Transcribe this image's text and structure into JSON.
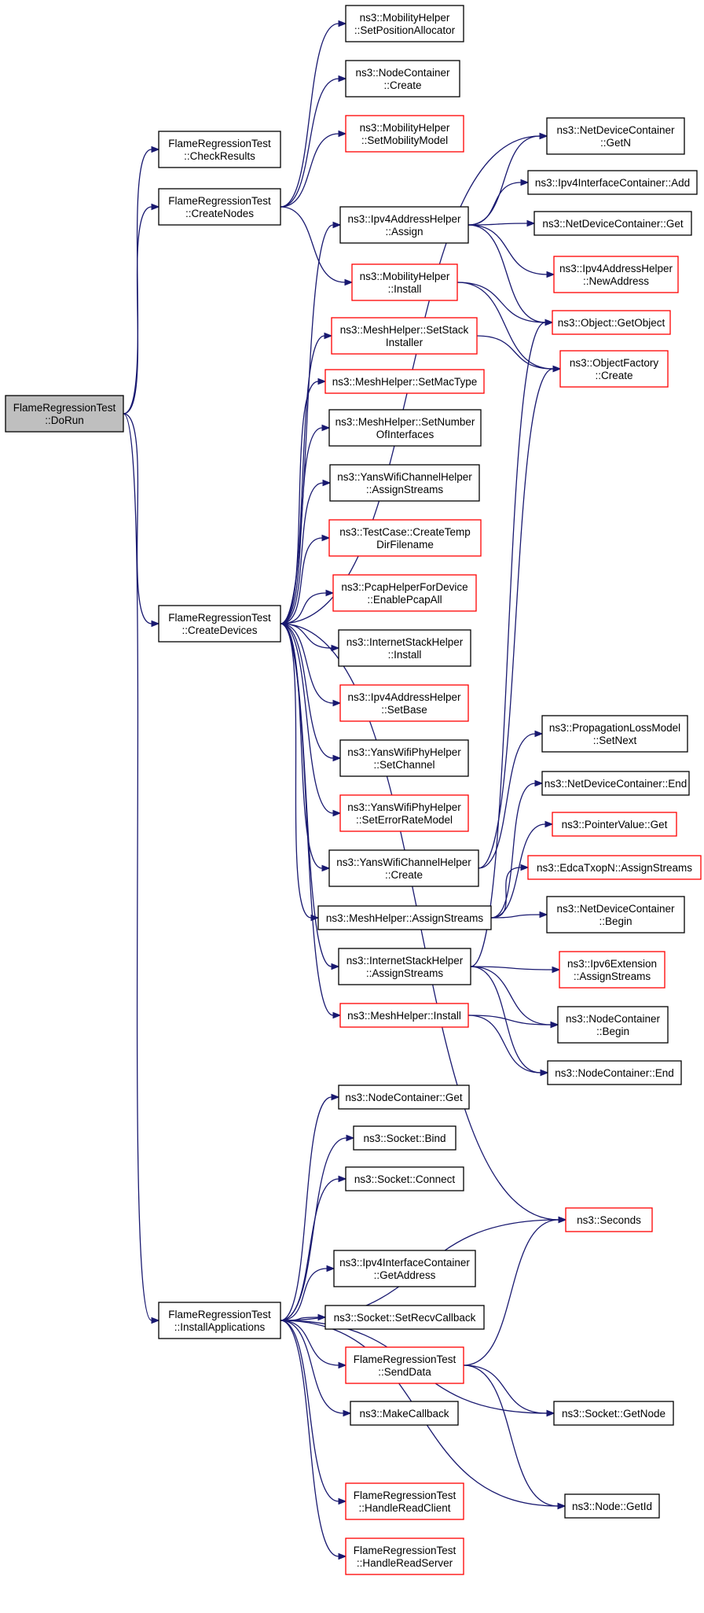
{
  "graph": {
    "edge_color": "#191970",
    "box_border_default": "#000000",
    "box_border_red": "#ff0000",
    "root_fill": "#bfbfbf",
    "nodes": [
      {
        "id": "DoRun",
        "lines": [
          "FlameRegressionTest",
          "::DoRun"
        ],
        "style": "root"
      },
      {
        "id": "CheckResults",
        "lines": [
          "FlameRegressionTest",
          "::CheckResults"
        ],
        "style": "normal"
      },
      {
        "id": "CreateNodes",
        "lines": [
          "FlameRegressionTest",
          "::CreateNodes"
        ],
        "style": "normal"
      },
      {
        "id": "CreateDevices",
        "lines": [
          "FlameRegressionTest",
          "::CreateDevices"
        ],
        "style": "normal"
      },
      {
        "id": "InstallApplications",
        "lines": [
          "FlameRegressionTest",
          "::InstallApplications"
        ],
        "style": "normal"
      },
      {
        "id": "MobSetPos",
        "lines": [
          "ns3::MobilityHelper",
          "::SetPositionAllocator"
        ],
        "style": "normal"
      },
      {
        "id": "NCCreate",
        "lines": [
          "ns3::NodeContainer",
          "::Create"
        ],
        "style": "normal"
      },
      {
        "id": "MobSetModel",
        "lines": [
          "ns3::MobilityHelper",
          "::SetMobilityModel"
        ],
        "style": "red"
      },
      {
        "id": "NDCGetN",
        "lines": [
          "ns3::NetDeviceContainer",
          "::GetN"
        ],
        "style": "normal"
      },
      {
        "id": "IpIfAdd",
        "lines": [
          "ns3::Ipv4InterfaceContainer::Add"
        ],
        "style": "normal"
      },
      {
        "id": "NDCGet",
        "lines": [
          "ns3::NetDeviceContainer::Get"
        ],
        "style": "normal"
      },
      {
        "id": "IpNewAddr",
        "lines": [
          "ns3::Ipv4AddressHelper",
          "::NewAddress"
        ],
        "style": "red"
      },
      {
        "id": "ObjGet",
        "lines": [
          "ns3::Object::GetObject"
        ],
        "style": "red"
      },
      {
        "id": "ObjFactCreate",
        "lines": [
          "ns3::ObjectFactory",
          "::Create"
        ],
        "style": "red"
      },
      {
        "id": "IpAssign",
        "lines": [
          "ns3::Ipv4AddressHelper",
          "::Assign"
        ],
        "style": "normal"
      },
      {
        "id": "MobInstall",
        "lines": [
          "ns3::MobilityHelper",
          "::Install"
        ],
        "style": "red"
      },
      {
        "id": "MeshStack",
        "lines": [
          "ns3::MeshHelper::SetStack",
          "Installer"
        ],
        "style": "red"
      },
      {
        "id": "MeshMac",
        "lines": [
          "ns3::MeshHelper::SetMacType"
        ],
        "style": "red"
      },
      {
        "id": "MeshNumIf",
        "lines": [
          "ns3::MeshHelper::SetNumber",
          "OfInterfaces"
        ],
        "style": "normal"
      },
      {
        "id": "YansChAssign",
        "lines": [
          "ns3::YansWifiChannelHelper",
          "::AssignStreams"
        ],
        "style": "normal"
      },
      {
        "id": "TestTemp",
        "lines": [
          "ns3::TestCase::CreateTemp",
          "DirFilename"
        ],
        "style": "red"
      },
      {
        "id": "Pcap",
        "lines": [
          "ns3::PcapHelperForDevice",
          "::EnablePcapAll"
        ],
        "style": "red"
      },
      {
        "id": "InetInstall",
        "lines": [
          "ns3::InternetStackHelper",
          "::Install"
        ],
        "style": "normal"
      },
      {
        "id": "IpSetBase",
        "lines": [
          "ns3::Ipv4AddressHelper",
          "::SetBase"
        ],
        "style": "red"
      },
      {
        "id": "PhySetCh",
        "lines": [
          "ns3::YansWifiPhyHelper",
          "::SetChannel"
        ],
        "style": "normal"
      },
      {
        "id": "PhySetErr",
        "lines": [
          "ns3::YansWifiPhyHelper",
          "::SetErrorRateModel"
        ],
        "style": "red"
      },
      {
        "id": "YansChCreate",
        "lines": [
          "ns3::YansWifiChannelHelper",
          "::Create"
        ],
        "style": "normal"
      },
      {
        "id": "MeshAssign",
        "lines": [
          "ns3::MeshHelper::AssignStreams"
        ],
        "style": "normal"
      },
      {
        "id": "InetAssign",
        "lines": [
          "ns3::InternetStackHelper",
          "::AssignStreams"
        ],
        "style": "normal"
      },
      {
        "id": "MeshInstall",
        "lines": [
          "ns3::MeshHelper::Install"
        ],
        "style": "red"
      },
      {
        "id": "PropSetNext",
        "lines": [
          "ns3::PropagationLossModel",
          "::SetNext"
        ],
        "style": "normal"
      },
      {
        "id": "NDCEnd",
        "lines": [
          "ns3::NetDeviceContainer::End"
        ],
        "style": "normal"
      },
      {
        "id": "PtrGet",
        "lines": [
          "ns3::PointerValue::Get"
        ],
        "style": "red"
      },
      {
        "id": "Edca",
        "lines": [
          "ns3::EdcaTxopN::AssignStreams"
        ],
        "style": "red"
      },
      {
        "id": "NDCBegin",
        "lines": [
          "ns3::NetDeviceContainer",
          "::Begin"
        ],
        "style": "normal"
      },
      {
        "id": "Ipv6Ext",
        "lines": [
          "ns3::Ipv6Extension",
          "::AssignStreams"
        ],
        "style": "red"
      },
      {
        "id": "NCBegin",
        "lines": [
          "ns3::NodeContainer",
          "::Begin"
        ],
        "style": "normal"
      },
      {
        "id": "NCEnd",
        "lines": [
          "ns3::NodeContainer::End"
        ],
        "style": "normal"
      },
      {
        "id": "NCGet",
        "lines": [
          "ns3::NodeContainer::Get"
        ],
        "style": "normal"
      },
      {
        "id": "SockBind",
        "lines": [
          "ns3::Socket::Bind"
        ],
        "style": "normal"
      },
      {
        "id": "SockConnect",
        "lines": [
          "ns3::Socket::Connect"
        ],
        "style": "normal"
      },
      {
        "id": "Seconds",
        "lines": [
          "ns3::Seconds"
        ],
        "style": "red"
      },
      {
        "id": "IpIfGetAddr",
        "lines": [
          "ns3::Ipv4InterfaceContainer",
          "::GetAddress"
        ],
        "style": "normal"
      },
      {
        "id": "SockRecv",
        "lines": [
          "ns3::Socket::SetRecvCallback"
        ],
        "style": "normal"
      },
      {
        "id": "SendData",
        "lines": [
          "FlameRegressionTest",
          "::SendData"
        ],
        "style": "red"
      },
      {
        "id": "MakeCb",
        "lines": [
          "ns3::MakeCallback"
        ],
        "style": "normal"
      },
      {
        "id": "SockGetNode",
        "lines": [
          "ns3::Socket::GetNode"
        ],
        "style": "normal"
      },
      {
        "id": "HRClient",
        "lines": [
          "FlameRegressionTest",
          "::HandleReadClient"
        ],
        "style": "red"
      },
      {
        "id": "HRServer",
        "lines": [
          "FlameRegressionTest",
          "::HandleReadServer"
        ],
        "style": "red"
      },
      {
        "id": "NodeGetId",
        "lines": [
          "ns3::Node::GetId"
        ],
        "style": "normal"
      }
    ],
    "edges": [
      [
        "DoRun",
        "CheckResults"
      ],
      [
        "DoRun",
        "CreateNodes"
      ],
      [
        "DoRun",
        "CreateDevices"
      ],
      [
        "DoRun",
        "InstallApplications"
      ],
      [
        "CreateNodes",
        "MobSetPos"
      ],
      [
        "CreateNodes",
        "NCCreate"
      ],
      [
        "CreateNodes",
        "MobSetModel"
      ],
      [
        "CreateNodes",
        "MobInstall"
      ],
      [
        "CreateDevices",
        "NDCGetN"
      ],
      [
        "CreateDevices",
        "IpAssign"
      ],
      [
        "CreateDevices",
        "MeshStack"
      ],
      [
        "CreateDevices",
        "MeshMac"
      ],
      [
        "CreateDevices",
        "MeshNumIf"
      ],
      [
        "CreateDevices",
        "YansChAssign"
      ],
      [
        "CreateDevices",
        "TestTemp"
      ],
      [
        "CreateDevices",
        "Pcap"
      ],
      [
        "CreateDevices",
        "InetInstall"
      ],
      [
        "CreateDevices",
        "IpSetBase"
      ],
      [
        "CreateDevices",
        "PhySetCh"
      ],
      [
        "CreateDevices",
        "PhySetErr"
      ],
      [
        "CreateDevices",
        "YansChCreate"
      ],
      [
        "CreateDevices",
        "MeshAssign"
      ],
      [
        "CreateDevices",
        "InetAssign"
      ],
      [
        "CreateDevices",
        "MeshInstall"
      ],
      [
        "CreateDevices",
        "Seconds"
      ],
      [
        "IpAssign",
        "NDCGetN"
      ],
      [
        "IpAssign",
        "IpIfAdd"
      ],
      [
        "IpAssign",
        "NDCGet"
      ],
      [
        "IpAssign",
        "IpNewAddr"
      ],
      [
        "IpAssign",
        "ObjGet"
      ],
      [
        "MobInstall",
        "ObjGet"
      ],
      [
        "MobInstall",
        "ObjFactCreate"
      ],
      [
        "MeshStack",
        "ObjFactCreate"
      ],
      [
        "YansChCreate",
        "ObjFactCreate"
      ],
      [
        "YansChCreate",
        "PropSetNext"
      ],
      [
        "MeshAssign",
        "NDCEnd"
      ],
      [
        "MeshAssign",
        "PtrGet"
      ],
      [
        "MeshAssign",
        "Edca"
      ],
      [
        "MeshAssign",
        "NDCBegin"
      ],
      [
        "InetAssign",
        "ObjGet"
      ],
      [
        "InetAssign",
        "Ipv6Ext"
      ],
      [
        "InetAssign",
        "NCBegin"
      ],
      [
        "InetAssign",
        "NCEnd"
      ],
      [
        "MeshInstall",
        "NCBegin"
      ],
      [
        "MeshInstall",
        "NCEnd"
      ],
      [
        "InstallApplications",
        "NCGet"
      ],
      [
        "InstallApplications",
        "SockBind"
      ],
      [
        "InstallApplications",
        "SockConnect"
      ],
      [
        "InstallApplications",
        "Seconds"
      ],
      [
        "InstallApplications",
        "IpIfGetAddr"
      ],
      [
        "InstallApplications",
        "SockRecv"
      ],
      [
        "InstallApplications",
        "SendData"
      ],
      [
        "InstallApplications",
        "MakeCb"
      ],
      [
        "InstallApplications",
        "SockGetNode"
      ],
      [
        "InstallApplications",
        "HRClient"
      ],
      [
        "InstallApplications",
        "HRServer"
      ],
      [
        "InstallApplications",
        "NodeGetId"
      ],
      [
        "SendData",
        "Seconds"
      ],
      [
        "SendData",
        "SockGetNode"
      ],
      [
        "SendData",
        "NodeGetId"
      ]
    ]
  }
}
